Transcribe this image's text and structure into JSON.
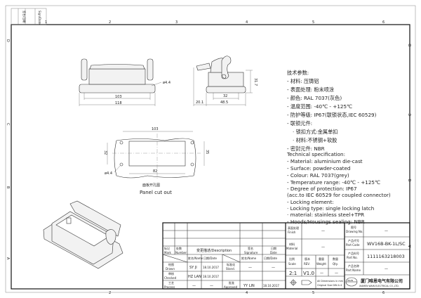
{
  "border": {
    "columns": [
      "1",
      "2",
      "3",
      "4",
      "5",
      "6"
    ],
    "rows": [
      "D",
      "C",
      "B",
      "A"
    ],
    "revision_box": [
      "签名/日期",
      "Sign/Date"
    ]
  },
  "views": {
    "front": {
      "dia": "ø4.4",
      "inner_width": "103",
      "outer_width": "118"
    },
    "side": {
      "height": "31.7",
      "base_inner": "32",
      "base": "48.5",
      "offset": "20.1"
    },
    "cutout": {
      "width": "103",
      "height_left": "32",
      "height_right": "35",
      "inner_width": "82",
      "dia": "ø4.4",
      "caption_cn": "面板开孔图",
      "caption_en": "Panel cut out"
    }
  },
  "spec_cn": {
    "title": "技术参数:",
    "lines": [
      "- 材料: 压铸铝",
      "- 表面处理: 粉末喷涂",
      "- 颜色: RAL 7037(灰色)",
      "- 温度范围: -40℃  -  +125℃",
      "- 防护等级: IP67(联锁状态,IEC 60529)",
      "- 联锁元件:",
      "   · 锁扣方式:金属单扣",
      "   · 材料:不锈钢+软胶",
      "- 密封元件: NBR"
    ]
  },
  "spec_en": {
    "title": "Technical specification:",
    "lines": [
      "-  Material: aluminium die-cast",
      "-  Surface: powder-coated",
      "-  Colour: RAL 7037(grey)",
      "-  Temperature range: -40℃  -  +125℃",
      "-  Degree of protection: IP67",
      "   (acc.to IEC 60529 for coupled connector)",
      "-  Locking element:",
      "     · Locking type: single locking latch",
      "     · material: stainless steel+TPR",
      "-  Hoods/Housings sealing: NBR"
    ]
  },
  "title_block": {
    "mark": [
      "标记",
      "Mark"
    ],
    "number": [
      "处数",
      "Number"
    ],
    "description": "变更描述/Description",
    "signature": [
      "签名",
      "Signature"
    ],
    "date": [
      "日期",
      "Date"
    ],
    "name_date_1": [
      "姓名/Name",
      "日期/Date"
    ],
    "name_date_2": [
      "姓名/Name",
      "日期/Date"
    ],
    "drawn": [
      "绘图",
      "Drawn"
    ],
    "checked": [
      "审核",
      "Checked"
    ],
    "process": [
      "工艺",
      "Process"
    ],
    "stand": [
      "标准化",
      "Stand."
    ],
    "approved": [
      "批准",
      "Approved"
    ],
    "drawn_name": "SY  JI",
    "drawn_date": "18.10.2017",
    "checked_name": "HZ  LAN",
    "checked_date": "18.10.2017",
    "process_name": "—",
    "process_date": "—",
    "stand_name": "—",
    "stand_date": "—",
    "approved_name": "YY  LIN",
    "approved_date": "18.10.2017",
    "finish": [
      "表面处理",
      "Finish"
    ],
    "finish_value": "—",
    "material": [
      "材料",
      "Material"
    ],
    "material_value": "—",
    "scale": [
      "比例",
      "Scale"
    ],
    "scale_value": "2:1",
    "rev": [
      "版本",
      "REV."
    ],
    "rev_value": "V1.0",
    "weight": [
      "重量",
      "Weight"
    ],
    "weight_value": "—",
    "qty": [
      "数量",
      "Qty."
    ],
    "qty_value": "—",
    "units_note": [
      "All Dimensions in mm",
      "Original Size DIN A 4"
    ],
    "drawing_no": [
      "图号",
      "Drawing No."
    ],
    "drawing_no_value": "—",
    "part_code": [
      "产品代号",
      "Part Code"
    ],
    "part_code_value": "WV16B-BK-1L/SC",
    "part_no": [
      "产品料号",
      "Part No."
    ],
    "part_no_value": "1111163218003",
    "part_name": [
      "产品名称",
      "Part Name"
    ],
    "part_name_value": "—",
    "company_cn": "厦门唯恩电气有限公司",
    "company_en": "XIAMEN WAIN ELECTRICAL CO.,LTD.",
    "logo_text": "WAIN"
  }
}
